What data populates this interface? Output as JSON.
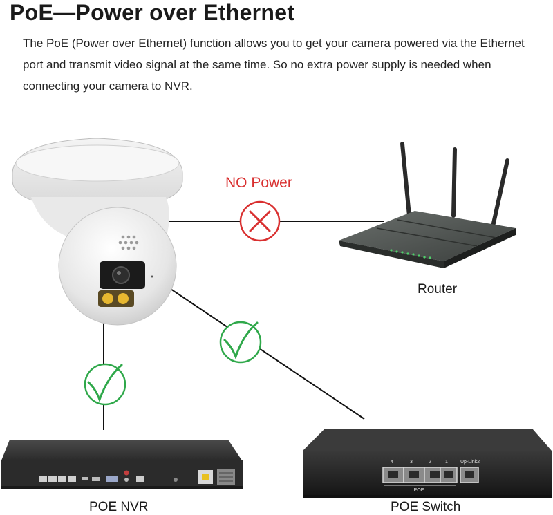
{
  "heading": {
    "title": "PoE—Power over Ethernet",
    "description": "The PoE (Power over Ethernet) function allows you to get your camera powered via the Ethernet port and transmit video signal at the same time. So no extra power supply is needed when connecting your camera to NVR."
  },
  "diagram": {
    "no_power_label": "NO Power",
    "router_label": "Router",
    "nvr_label": "POE NVR",
    "switch_label": "POE Switch",
    "switch_port_labels": [
      "4",
      "3",
      "2",
      "1",
      "Up-Link2"
    ],
    "switch_poe_caption": "POE",
    "connections": [
      {
        "from": "camera",
        "to": "router",
        "status": "cross-icon"
      },
      {
        "from": "camera",
        "to": "nvr",
        "status": "check-icon"
      },
      {
        "from": "camera",
        "to": "switch",
        "status": "check-icon"
      }
    ],
    "colors": {
      "cross": "#d93030",
      "check": "#2fa84a",
      "line": "#111111"
    }
  }
}
